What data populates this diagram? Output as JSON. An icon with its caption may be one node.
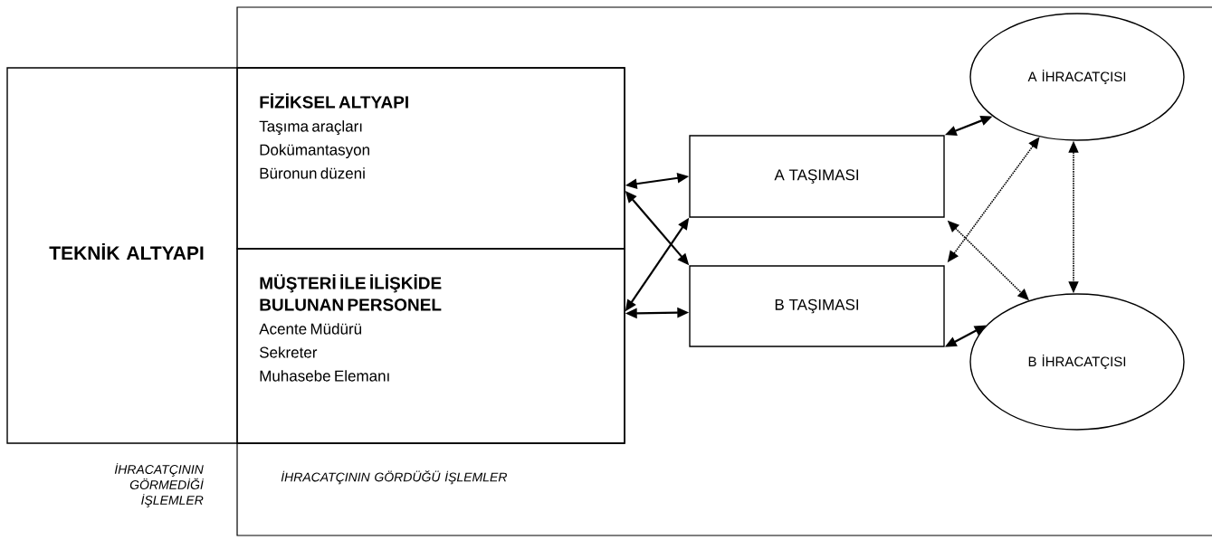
{
  "diagram": {
    "nodes": [
      {
        "text": [
          "TEKNİK ALTYAPI"
        ]
      },
      {
        "text": [
          "FİZİKSEL ALTYAPI",
          "Taşıma araçları",
          "Dokümantasyon",
          "Büronun düzeni"
        ],
        "in": 0
      },
      {
        "text": [
          "MÜŞTERİ İLE İLİŞKİDE BULUNAN PERSONEL",
          "Acente Müdürü",
          "Sekreter",
          "Muhasebe Elemanı"
        ],
        "in": 0
      },
      {
        "text": [
          "A TAŞIMASI"
        ]
      },
      {
        "text": [
          "B TAŞIMASI"
        ]
      },
      {
        "text": [
          "A İHRACATÇISI"
        ]
      },
      {
        "text": [
          "B İHRACATÇISI"
        ]
      }
    ],
    "edges": [
      {
        "from": 1,
        "to": 3,
        "arrow": "both"
      },
      {
        "from": 1,
        "to": 4,
        "arrow": "both"
      },
      {
        "from": 2,
        "to": 3,
        "arrow": "both"
      },
      {
        "from": 2,
        "to": 4,
        "arrow": "both"
      },
      {
        "from": 3,
        "to": 5,
        "arrow": "both"
      },
      {
        "from": 4,
        "to": 6,
        "arrow": "both"
      },
      {
        "from": 3,
        "to": 6,
        "arrow": "both",
        "style": "dashed"
      },
      {
        "from": 4,
        "to": 5,
        "arrow": "both",
        "style": "dashed"
      },
      {
        "from": 5,
        "to": 6,
        "arrow": "both",
        "style": "dashed"
      }
    ],
    "labels": [
      "İHRACATÇININ GÖRMEDİĞİ İŞLEMLER",
      "İHRACATÇININ GÖRDÜĞÜ İŞLEMLER"
    ]
  }
}
